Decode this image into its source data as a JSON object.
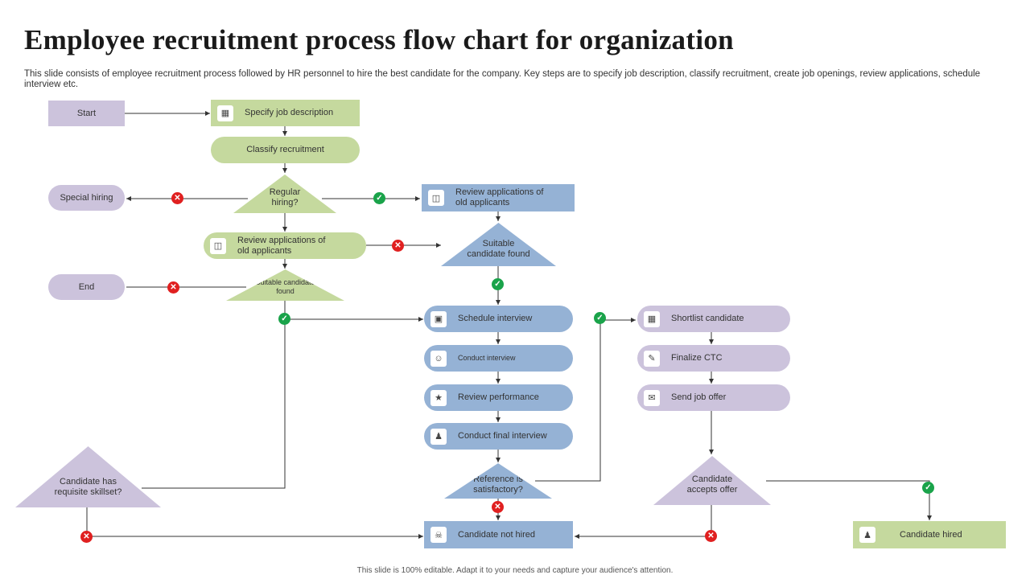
{
  "title": "Employee recruitment process flow chart for organization",
  "subtitle": "This slide consists of employee recruitment process followed by HR personnel to hire the best candidate for the company. Key steps are to specify job description, classify recruitment, create job openings, review applications, schedule interview etc.",
  "footer": "This slide is 100% editable. Adapt it to your needs and capture your audience's attention.",
  "colors": {
    "green": "#c5d99e",
    "blue": "#95b2d5",
    "purple": "#ccc3dc",
    "yes": "#1aa34a",
    "no": "#e02020"
  },
  "nodes": {
    "start": "Start",
    "specify_job": "Specify job description",
    "classify": "Classify recruitment",
    "regular_hiring": "Regular hiring?",
    "special_hiring": "Special hiring",
    "review_old_right": "Review applications of old applicants",
    "review_old_left": "Review applications of old applicants",
    "suitable_right": "Suitable candidate found",
    "suitable_left": "Suitable candidate found",
    "end": "End",
    "schedule_interview": "Schedule interview",
    "conduct_interview": "Conduct interview",
    "review_performance": "Review performance",
    "conduct_final": "Conduct final interview",
    "reference": "Reference is satisfactory?",
    "candidate_not_hired": "Candidate not hired",
    "requisite_skillset": "Candidate has requisite skillset?",
    "shortlist": "Shortlist candidate",
    "finalize_ctc": "Finalize CTC",
    "send_offer": "Send job offer",
    "accepts_offer": "Candidate accepts offer",
    "candidate_hired": "Candidate hired"
  },
  "icons": {
    "specify_job": "document-icon",
    "review_old_right": "applications-icon",
    "review_old_left": "applications-icon",
    "schedule_interview": "calendar-icon",
    "conduct_interview": "interview-icon",
    "review_performance": "performance-icon",
    "conduct_final": "people-icon",
    "candidate_not_hired": "rejected-user-icon",
    "shortlist": "shortlist-icon",
    "finalize_ctc": "contract-icon",
    "send_offer": "offer-icon",
    "candidate_hired": "team-icon"
  }
}
